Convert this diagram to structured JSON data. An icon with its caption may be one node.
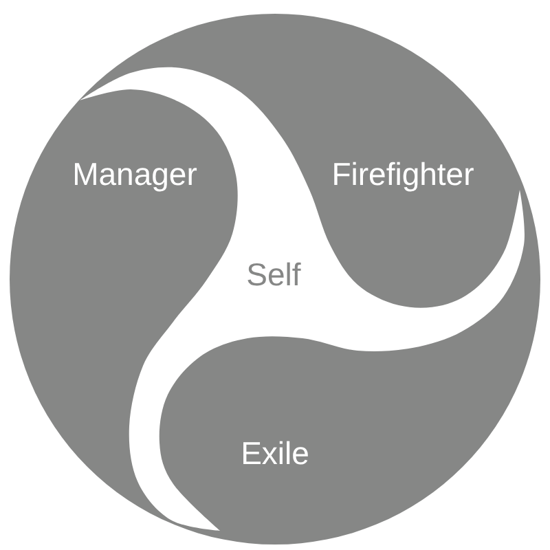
{
  "diagram": {
    "nodes": [
      {
        "text": [
          "Manager"
        ]
      },
      {
        "text": [
          "Firefighter"
        ]
      },
      {
        "text": [
          "Self"
        ]
      },
      {
        "text": [
          "Exile"
        ]
      }
    ]
  }
}
